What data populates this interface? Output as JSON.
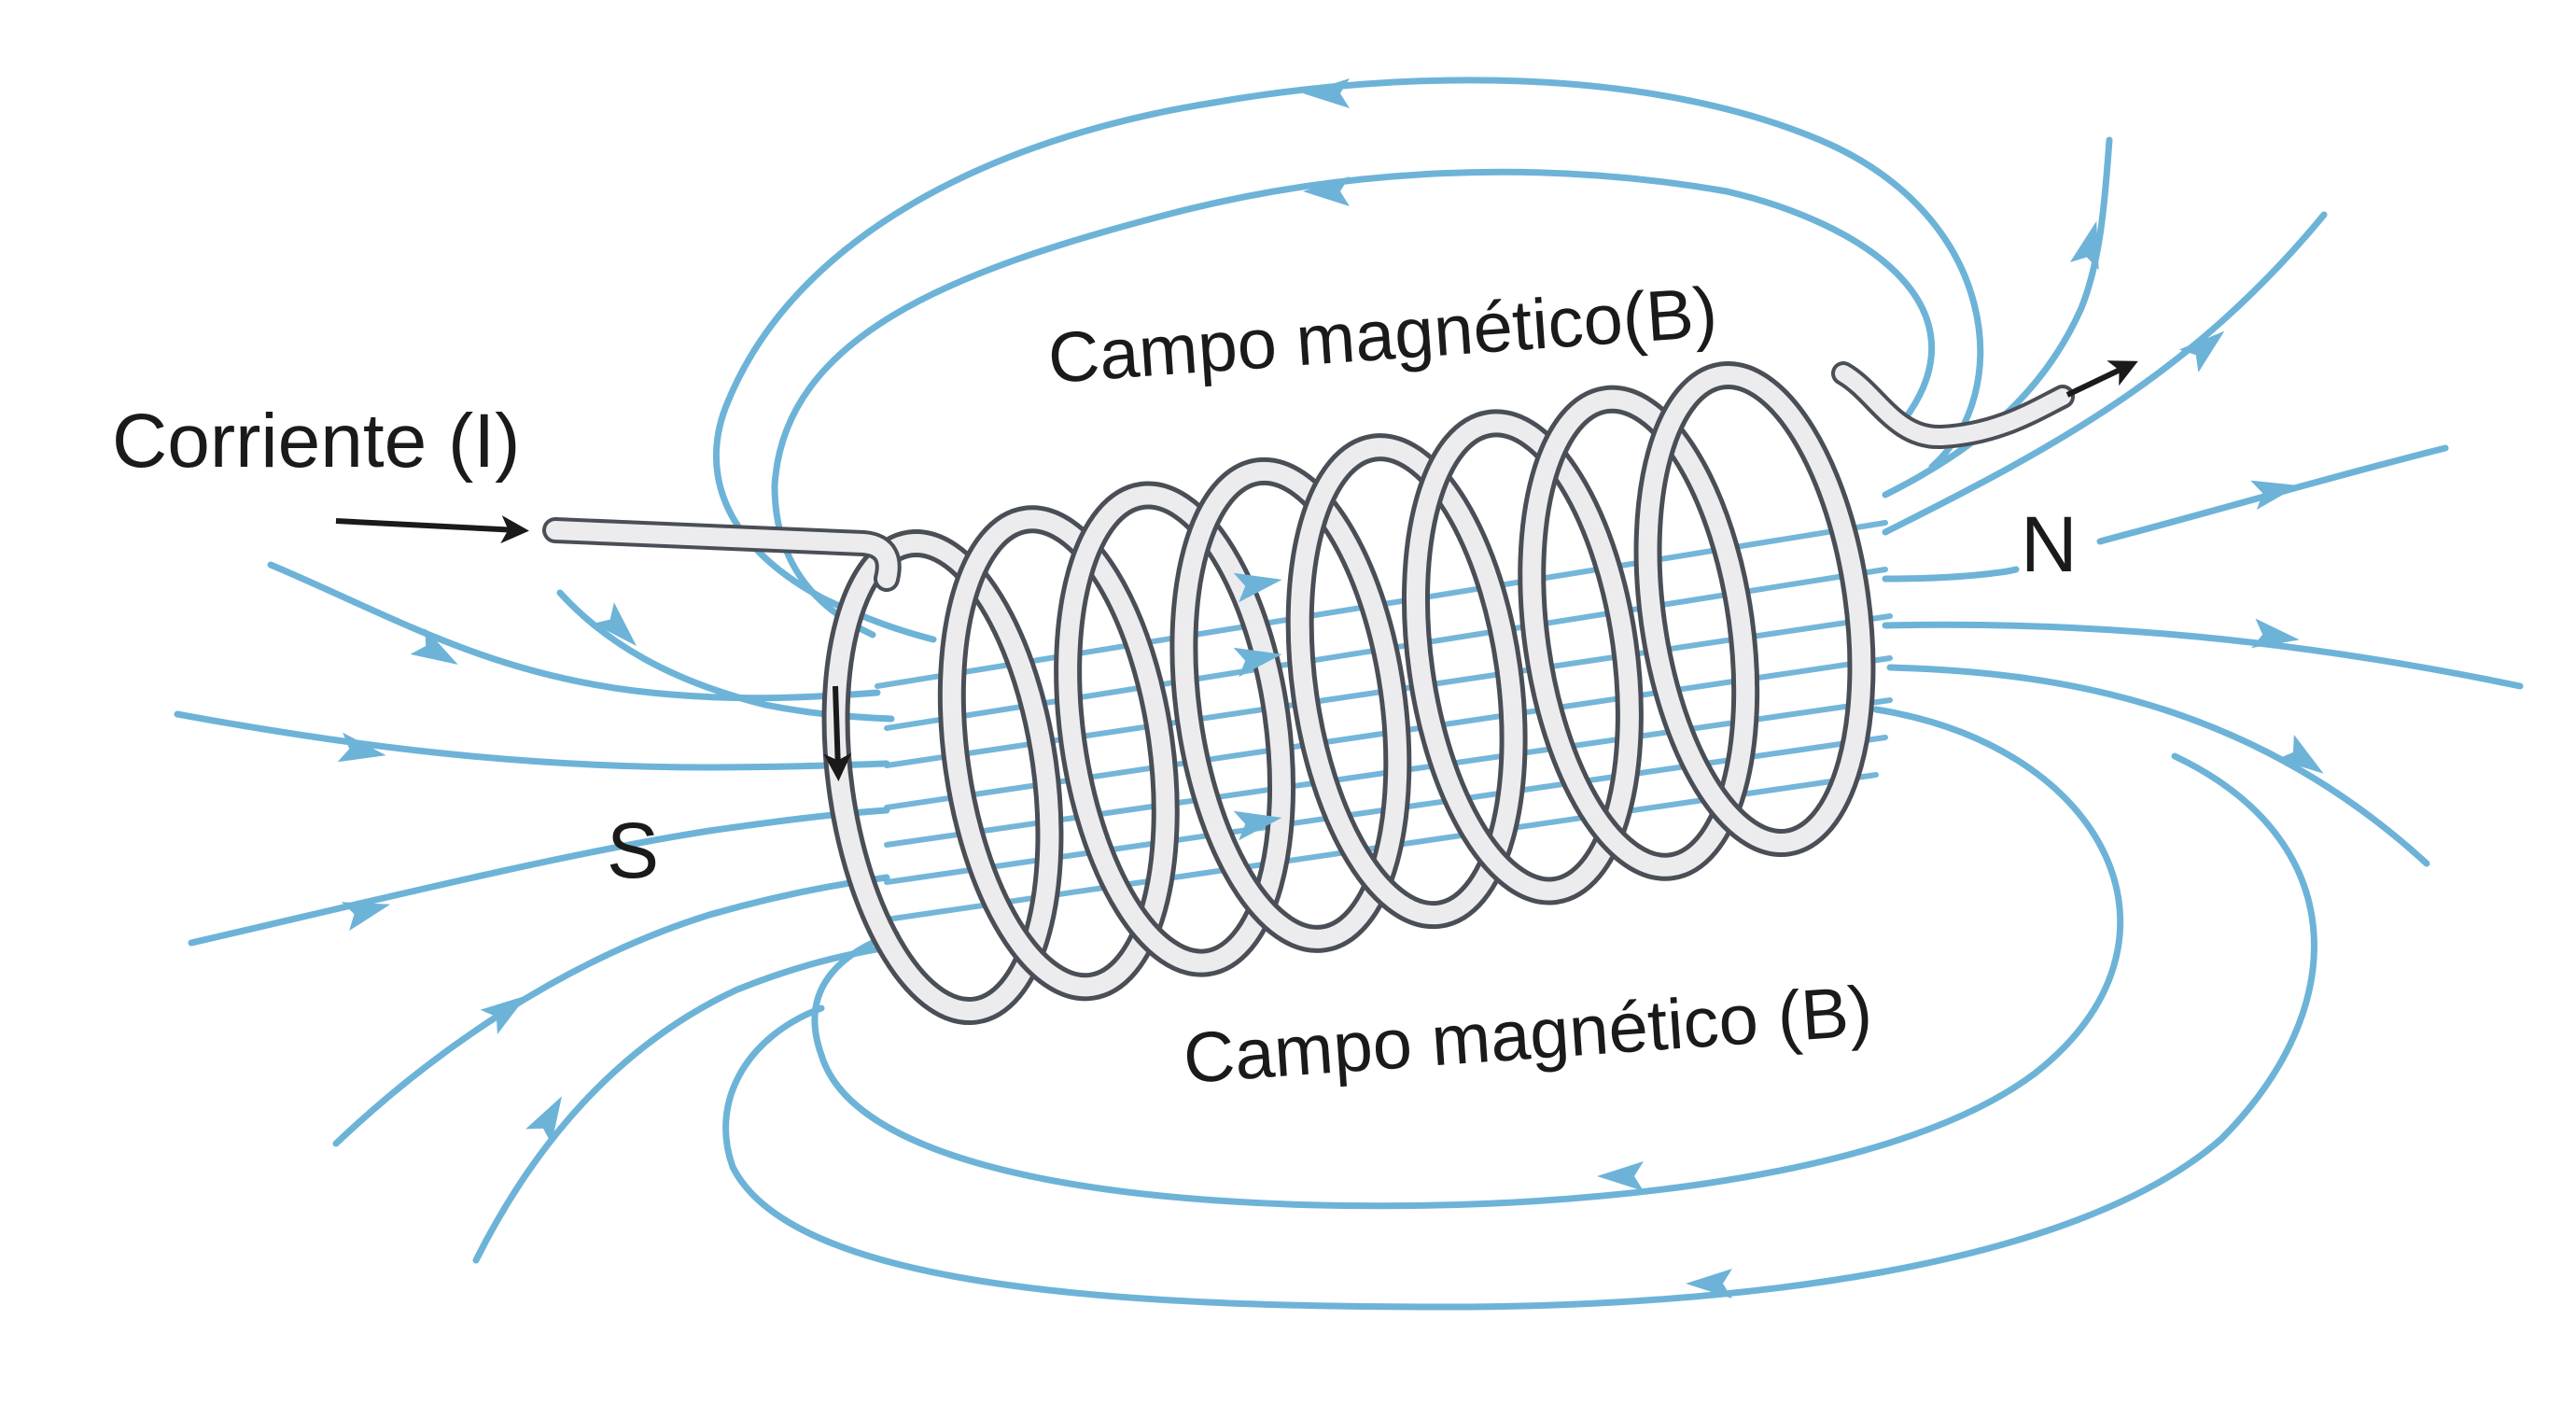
{
  "labels": {
    "current": "Corriente (I)",
    "field_top": "Campo magnético(B)",
    "field_bottom": "Campo magnético (B)",
    "pole_north": "N",
    "pole_south": "S"
  },
  "colors": {
    "field_line": "#6db3d8",
    "coil_fill": "#ececee",
    "coil_outline": "#4a4e56",
    "arrow": "#1a1a1a",
    "text": "#1a1a1a"
  },
  "coil": {
    "turns": 8
  }
}
